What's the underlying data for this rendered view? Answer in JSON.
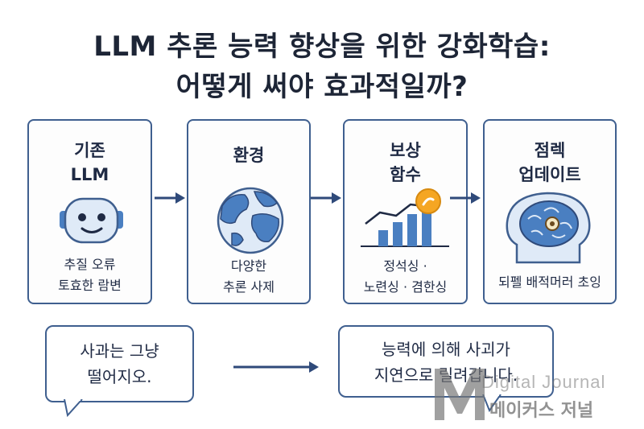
{
  "title": {
    "line1": "LLM 추론 능력 향상을 위한 강화학습:",
    "line2": "어떻게 써야 효과적일까?"
  },
  "cards": [
    {
      "head1": "기존",
      "head2": "LLM",
      "icon": "robot-face-icon",
      "caption1": "추질 오류",
      "caption2": "토효한 람변"
    },
    {
      "head1": "환경",
      "head2": "",
      "icon": "globe-icon",
      "caption1": "다양한",
      "caption2": "추론 사제"
    },
    {
      "head1": "보상",
      "head2": "함수",
      "icon": "bar-chart-growth-icon",
      "caption1": "정석싱 ·",
      "caption2": "노련싱 · 겸한싱"
    },
    {
      "head1": "점렉",
      "head2": "업데이트",
      "icon": "brain-head-icon",
      "caption1": "되펠 배적머러 초잉",
      "caption2": ""
    }
  ],
  "bubbles": {
    "left": {
      "line1": "사과는 그냥",
      "line2": "떨어지오."
    },
    "right": {
      "line1": "능력에 의해 사괴가",
      "line2": "지연으로 릴려갑니다."
    }
  },
  "watermark": {
    "english": "Digital Journal",
    "korean": "메이커스 저널",
    "logo": "M-logo-icon"
  },
  "colors": {
    "accent": "#2f4a7a",
    "icon_blue": "#4a7fc1",
    "border": "#3f5f8f",
    "coin": "#f5a623"
  }
}
